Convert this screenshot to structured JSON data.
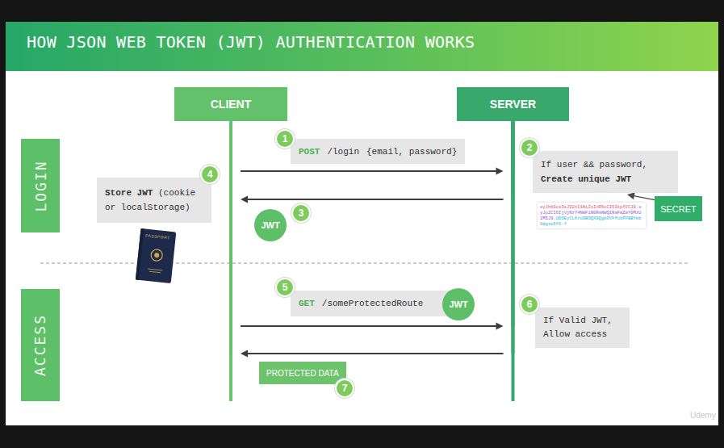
{
  "diagram": {
    "title": "HOW JSON WEB TOKEN (JWT) AUTHENTICATION WORKS",
    "nodes": [
      {
        "text": [
          "CLIENT"
        ]
      },
      {
        "text": [
          "SERVER"
        ]
      },
      {
        "text": [
          "LOGIN"
        ]
      },
      {
        "text": [
          "POST",
          "/login",
          "{email, password}"
        ]
      },
      {
        "text": [
          "If user && password,",
          "Create unique JWT"
        ]
      },
      {
        "text": [
          "SECRET"
        ]
      },
      {
        "text": [
          "Store JWT",
          "(cookie or localStorage)"
        ]
      },
      {
        "text": [
          "JWT"
        ]
      },
      {
        "text": [
          "ACCESS"
        ]
      },
      {
        "text": [
          "GET",
          "/someProtectedRoute"
        ]
      },
      {
        "text": [
          "JWT"
        ]
      },
      {
        "text": [
          "If Valid JWT,",
          "Allow access"
        ]
      },
      {
        "text": [
          "PROTECTED DATA"
        ]
      }
    ],
    "edges": [
      {
        "from": 0,
        "to": 1,
        "arrow": "to"
      },
      {
        "from": 1,
        "to": 0,
        "arrow": "to"
      },
      {
        "from": 0,
        "to": 1,
        "arrow": "to"
      },
      {
        "from": 1,
        "to": 0,
        "arrow": "to"
      },
      {
        "from": 5,
        "to": 4,
        "arrow": "to"
      }
    ],
    "labels": [
      "1",
      "2",
      "3",
      "4",
      "5",
      "6",
      "7",
      "eyJhbGciOiJIUzI1NiIsInR5cCI6IkpXVCJ9.",
      "eyJpZCI6IjVjNzY4NWFiNGRmNWQ1NmFmZmY0MzU2MSJ9.",
      "UDOEyCLKro9BOQX9QgkOVFfubPFBBYmb0dgsc5Y6-Y",
      "PASSPORT",
      "Udemy"
    ]
  }
}
